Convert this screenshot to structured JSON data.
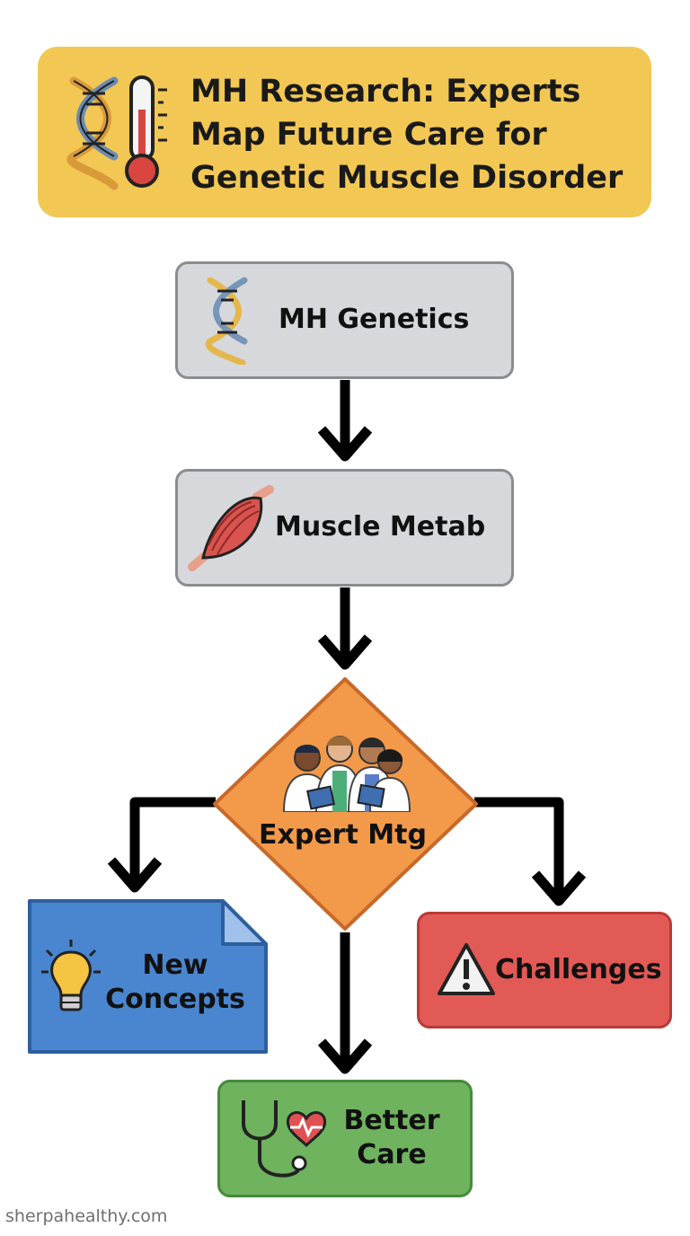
{
  "title": {
    "lines": [
      "MH Research: Experts",
      "Map Future Care for",
      "Genetic Muscle Disorder"
    ]
  },
  "nodes": {
    "genetics": {
      "label": "MH Genetics",
      "icon": "dna-icon"
    },
    "muscle": {
      "label": "Muscle Metab",
      "icon": "muscle-icon"
    },
    "expert": {
      "label": "Expert Mtg",
      "icon": "doctors-group-icon"
    },
    "concepts": {
      "lines": [
        "New",
        "Concepts"
      ],
      "icon": "lightbulb-icon"
    },
    "challenges": {
      "label": "Challenges",
      "icon": "warning-icon"
    },
    "care": {
      "lines": [
        "Better",
        "Care"
      ],
      "icon": "stethoscope-heart-icon"
    }
  },
  "footer": {
    "text": "sherpahealthy.com"
  },
  "colors": {
    "banner": "#f2c754",
    "gray_node": "#d6d8db",
    "diamond": "#f39a4a",
    "concepts": "#4a86cf",
    "challenges": "#e25a55",
    "care": "#6fb35e"
  }
}
